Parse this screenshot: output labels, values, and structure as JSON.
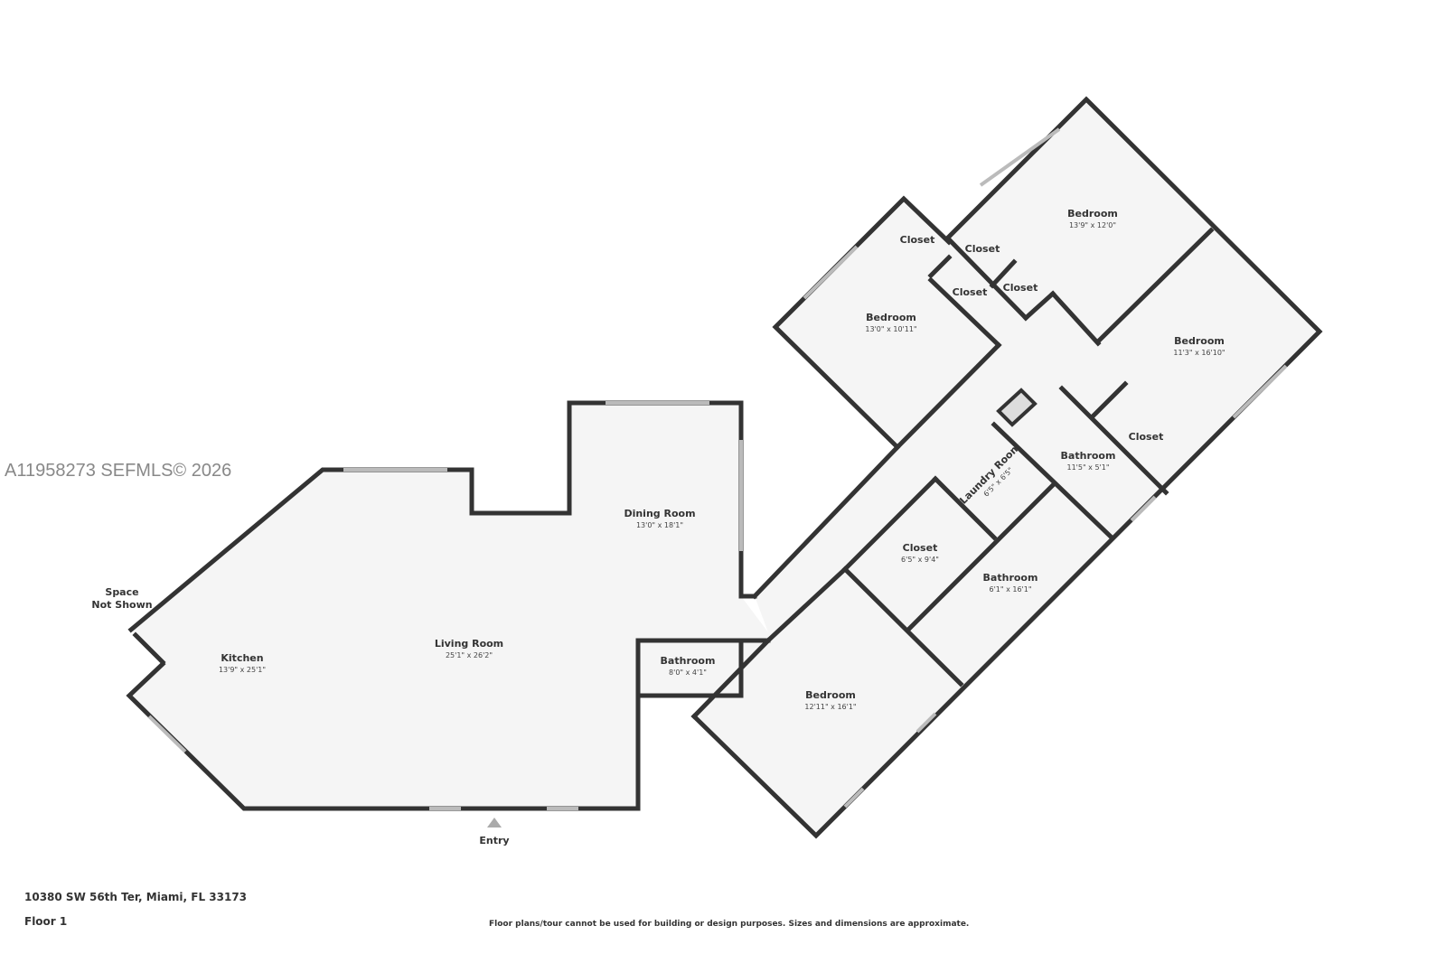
{
  "watermark": "A11958273  SEFMLS© 2026",
  "address": "10380 SW 56th Ter, Miami, FL 33173",
  "floor": "Floor 1",
  "disclaimer": "Floor plans/tour cannot be used for building or design purposes. Sizes and dimensions are approximate.",
  "entry_label": "Entry",
  "space_not_shown": [
    "Space",
    "Not Shown"
  ],
  "rooms": [
    {
      "name": "Kitchen",
      "dims": "13'9\" x 25'1\""
    },
    {
      "name": "Living Room",
      "dims": "25'1\" x 26'2\""
    },
    {
      "name": "Dining Room",
      "dims": "13'0\" x 18'1\""
    },
    {
      "name": "Bathroom",
      "dims": "8'0\" x 4'1\""
    },
    {
      "name": "Bedroom",
      "dims": "12'11\" x 16'1\""
    },
    {
      "name": "Closet",
      "dims": "6'5\" x 9'4\""
    },
    {
      "name": "Bathroom",
      "dims": "6'1\" x 16'1\""
    },
    {
      "name": "Laundry Room",
      "dims": "6'5\" x 6'5\""
    },
    {
      "name": "Bathroom",
      "dims": "11'5\" x 5'1\""
    },
    {
      "name": "Closet",
      "dims": ""
    },
    {
      "name": "Bedroom",
      "dims": "11'3\" x 16'10\""
    },
    {
      "name": "Bedroom",
      "dims": "13'9\" x 12'0\""
    },
    {
      "name": "Bedroom",
      "dims": "13'0\" x 10'11\""
    },
    {
      "name": "Closet",
      "dims": ""
    },
    {
      "name": "Closet",
      "dims": ""
    },
    {
      "name": "Closet",
      "dims": ""
    },
    {
      "name": "Closet",
      "dims": ""
    }
  ]
}
